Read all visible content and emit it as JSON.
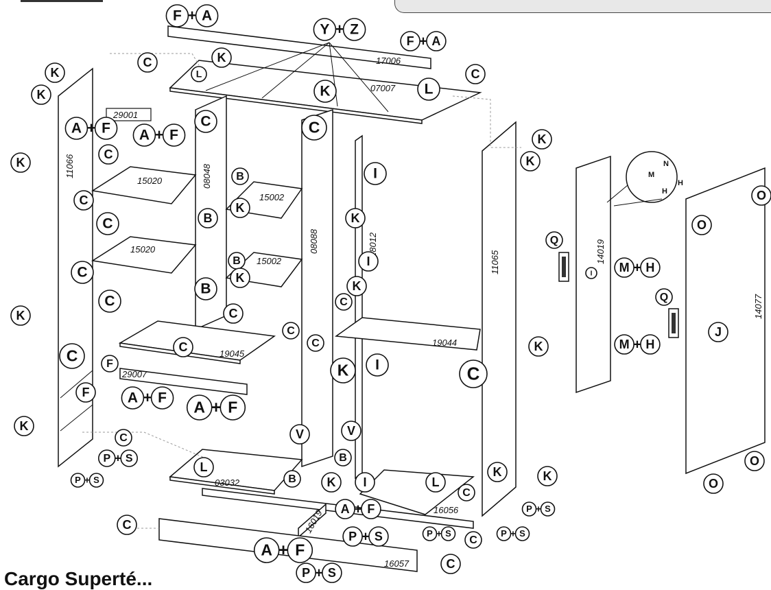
{
  "title": "Cargo Superté...",
  "part_codes": {
    "top_panel": "07007",
    "top_rail": "17006",
    "left_side": "11066",
    "right_side": "11065",
    "left_label": "29001",
    "left_inner_div": "08048",
    "middle_div": "08088",
    "right_post": "18012",
    "shelf_left_1": "15020",
    "shelf_left_2": "15020",
    "shelf_mid_1": "15002",
    "shelf_mid_2": "15002",
    "shelf_big_left": "19045",
    "shelf_big_right": "19044",
    "drawer_label": "29007",
    "bottom_panel": "03032",
    "bottom_front": "16019",
    "bottom_right": "16056",
    "plinth": "16057",
    "door_small": "14019",
    "door_big": "14077"
  },
  "labels": [
    {
      "id": "fa-top",
      "text": "F+A"
    },
    {
      "id": "yz-top",
      "text": "Y+Z"
    },
    {
      "id": "fa-top2",
      "text": "F+A"
    },
    {
      "id": "k1",
      "text": "K"
    },
    {
      "id": "k2",
      "text": "K"
    },
    {
      "id": "c1",
      "text": "C"
    },
    {
      "id": "k3",
      "text": "K"
    },
    {
      "id": "l1",
      "text": "L"
    },
    {
      "id": "c2",
      "text": "C"
    },
    {
      "id": "k4",
      "text": "K"
    },
    {
      "id": "l2",
      "text": "L"
    },
    {
      "id": "af1",
      "text": "A+F"
    },
    {
      "id": "af2",
      "text": "A+F"
    },
    {
      "id": "c3",
      "text": "C"
    },
    {
      "id": "c4",
      "text": "C"
    },
    {
      "id": "c5",
      "text": "C"
    },
    {
      "id": "k5",
      "text": "K"
    },
    {
      "id": "k6",
      "text": "K"
    },
    {
      "id": "b1",
      "text": "B"
    },
    {
      "id": "k7",
      "text": "K"
    },
    {
      "id": "b2",
      "text": "B"
    },
    {
      "id": "i1",
      "text": "I"
    },
    {
      "id": "c6",
      "text": "C"
    },
    {
      "id": "c7",
      "text": "C"
    },
    {
      "id": "k8",
      "text": "K"
    },
    {
      "id": "b3",
      "text": "B"
    },
    {
      "id": "k9",
      "text": "K"
    },
    {
      "id": "i2",
      "text": "I"
    },
    {
      "id": "c8",
      "text": "C"
    },
    {
      "id": "b4",
      "text": "B"
    },
    {
      "id": "k10",
      "text": "K"
    },
    {
      "id": "c9",
      "text": "C"
    },
    {
      "id": "k11",
      "text": "K"
    },
    {
      "id": "c10",
      "text": "C"
    },
    {
      "id": "c11",
      "text": "C"
    },
    {
      "id": "c12",
      "text": "C"
    },
    {
      "id": "c13",
      "text": "C"
    },
    {
      "id": "k12",
      "text": "K"
    },
    {
      "id": "c14",
      "text": "C"
    },
    {
      "id": "f1",
      "text": "F"
    },
    {
      "id": "k13",
      "text": "K"
    },
    {
      "id": "c15",
      "text": "C"
    },
    {
      "id": "k14",
      "text": "K"
    },
    {
      "id": "i3",
      "text": "I"
    },
    {
      "id": "c16",
      "text": "C"
    },
    {
      "id": "f2",
      "text": "F"
    },
    {
      "id": "af3",
      "text": "A+F"
    },
    {
      "id": "af4",
      "text": "A+F"
    },
    {
      "id": "k15",
      "text": "K"
    },
    {
      "id": "c17",
      "text": "C"
    },
    {
      "id": "ps1",
      "text": "P+S"
    },
    {
      "id": "ps2",
      "text": "P+S"
    },
    {
      "id": "v1",
      "text": "V"
    },
    {
      "id": "v2",
      "text": "V"
    },
    {
      "id": "b5",
      "text": "B"
    },
    {
      "id": "l3",
      "text": "L"
    },
    {
      "id": "b6",
      "text": "B"
    },
    {
      "id": "k16",
      "text": "K"
    },
    {
      "id": "i4",
      "text": "I"
    },
    {
      "id": "l4",
      "text": "L"
    },
    {
      "id": "k17",
      "text": "K"
    },
    {
      "id": "k18",
      "text": "K"
    },
    {
      "id": "c18",
      "text": "C"
    },
    {
      "id": "ps3",
      "text": "P+S"
    },
    {
      "id": "af5",
      "text": "A+F"
    },
    {
      "id": "c19",
      "text": "C"
    },
    {
      "id": "ps4",
      "text": "P+S"
    },
    {
      "id": "ps5",
      "text": "P+S"
    },
    {
      "id": "c20",
      "text": "C"
    },
    {
      "id": "ps6",
      "text": "P+S"
    },
    {
      "id": "af6",
      "text": "A+F"
    },
    {
      "id": "c21",
      "text": "C"
    },
    {
      "id": "ps7",
      "text": "P+S"
    },
    {
      "id": "q1",
      "text": "Q"
    },
    {
      "id": "i5",
      "text": "I"
    },
    {
      "id": "mh1",
      "text": "M+H"
    },
    {
      "id": "q2",
      "text": "Q"
    },
    {
      "id": "j1",
      "text": "J"
    },
    {
      "id": "mh2",
      "text": "M+H"
    },
    {
      "id": "o1",
      "text": "O"
    },
    {
      "id": "o2",
      "text": "O"
    },
    {
      "id": "o3",
      "text": "O"
    },
    {
      "id": "o4",
      "text": "O"
    },
    {
      "id": "n-detail",
      "text": "N"
    },
    {
      "id": "m-detail",
      "text": "M"
    },
    {
      "id": "h-detail1",
      "text": "H"
    },
    {
      "id": "h-detail2",
      "text": "H"
    }
  ]
}
